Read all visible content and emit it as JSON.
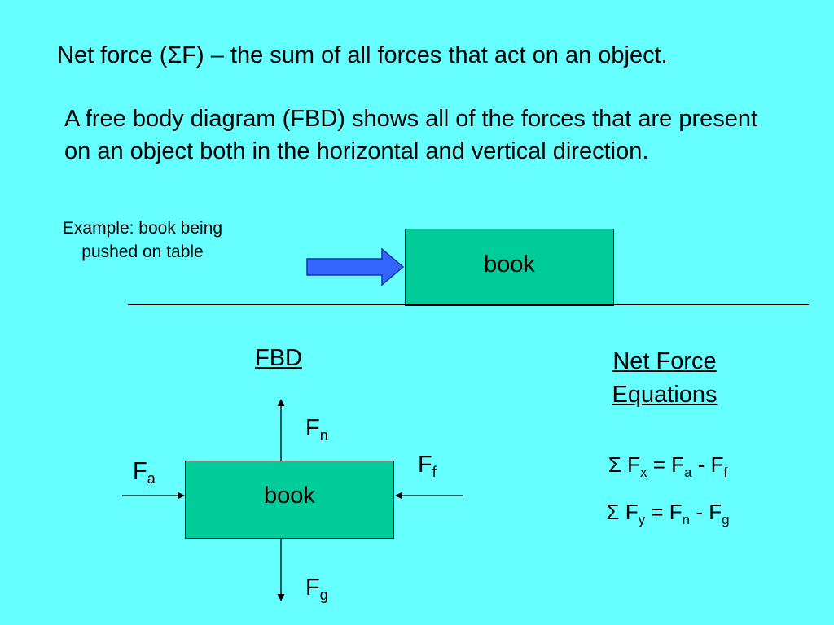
{
  "title": "Net force (ΣF) – the sum of all forces that act on an object.",
  "description": "A free body diagram (FBD) shows all of the forces that are present on an object both in the horizontal and vertical direction.",
  "example": "Example:  book being pushed on table",
  "top_box_label": "book",
  "fbd": {
    "heading": "FBD",
    "box_label": "book",
    "forces": {
      "normal": {
        "symbol": "F",
        "sub": "n"
      },
      "applied": {
        "symbol": "F",
        "sub": "a"
      },
      "friction": {
        "symbol": "F",
        "sub": "f"
      },
      "gravity": {
        "symbol": "F",
        "sub": "g"
      }
    }
  },
  "net_force": {
    "heading": "Net Force Equations",
    "eq_x": {
      "lhs": "Σ F",
      "lhs_sub": "x",
      "eq": " = F",
      "t1_sub": "a",
      "minus": " - F",
      "t2_sub": "f"
    },
    "eq_y": {
      "lhs": "Σ F",
      "lhs_sub": "y",
      "eq": " = F",
      "t1_sub": "n",
      "minus": " - F",
      "t2_sub": "g"
    }
  },
  "colors": {
    "background": "#66ffff",
    "box": "#00cc99",
    "push_arrow": "#3366ff"
  }
}
